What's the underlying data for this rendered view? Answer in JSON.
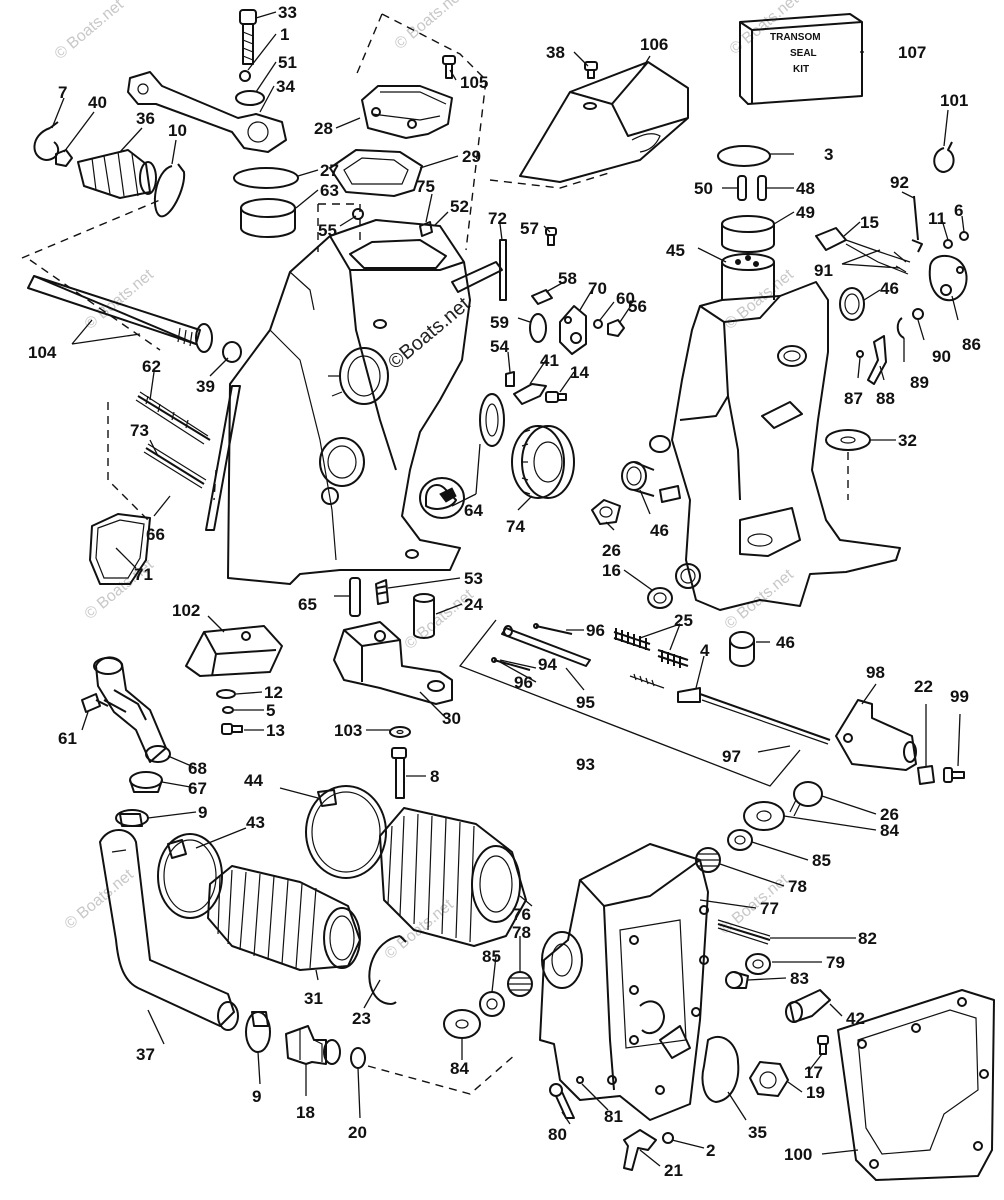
{
  "watermark": "© Boats.net",
  "watermark_center": "©Boats.net",
  "kit_box": {
    "line1": "TRANSOM",
    "line2": "SEAL",
    "line3": "KIT"
  },
  "callouts": [
    "33",
    "1",
    "51",
    "34",
    "7",
    "40",
    "36",
    "10",
    "27",
    "63",
    "28",
    "105",
    "29",
    "38",
    "106",
    "107",
    "3",
    "101",
    "50",
    "48",
    "92",
    "49",
    "11",
    "6",
    "15",
    "75",
    "55",
    "52",
    "72",
    "57",
    "45",
    "91",
    "46",
    "86",
    "104",
    "62",
    "39",
    "58",
    "70",
    "60",
    "56",
    "59",
    "54",
    "41",
    "14",
    "90",
    "89",
    "88",
    "87",
    "32",
    "73",
    "64",
    "74",
    "46",
    "26",
    "66",
    "71",
    "16",
    "53",
    "65",
    "24",
    "102",
    "96",
    "25",
    "4",
    "46",
    "12",
    "5",
    "13",
    "94",
    "96",
    "95",
    "98",
    "22",
    "99",
    "61",
    "30",
    "103",
    "68",
    "67",
    "8",
    "93",
    "97",
    "9",
    "44",
    "43",
    "84",
    "26",
    "85",
    "78",
    "76",
    "77",
    "82",
    "85",
    "78",
    "79",
    "83",
    "42",
    "31",
    "23",
    "37",
    "9",
    "18",
    "20",
    "84",
    "81",
    "80",
    "2",
    "21",
    "35",
    "17",
    "19",
    "100"
  ]
}
